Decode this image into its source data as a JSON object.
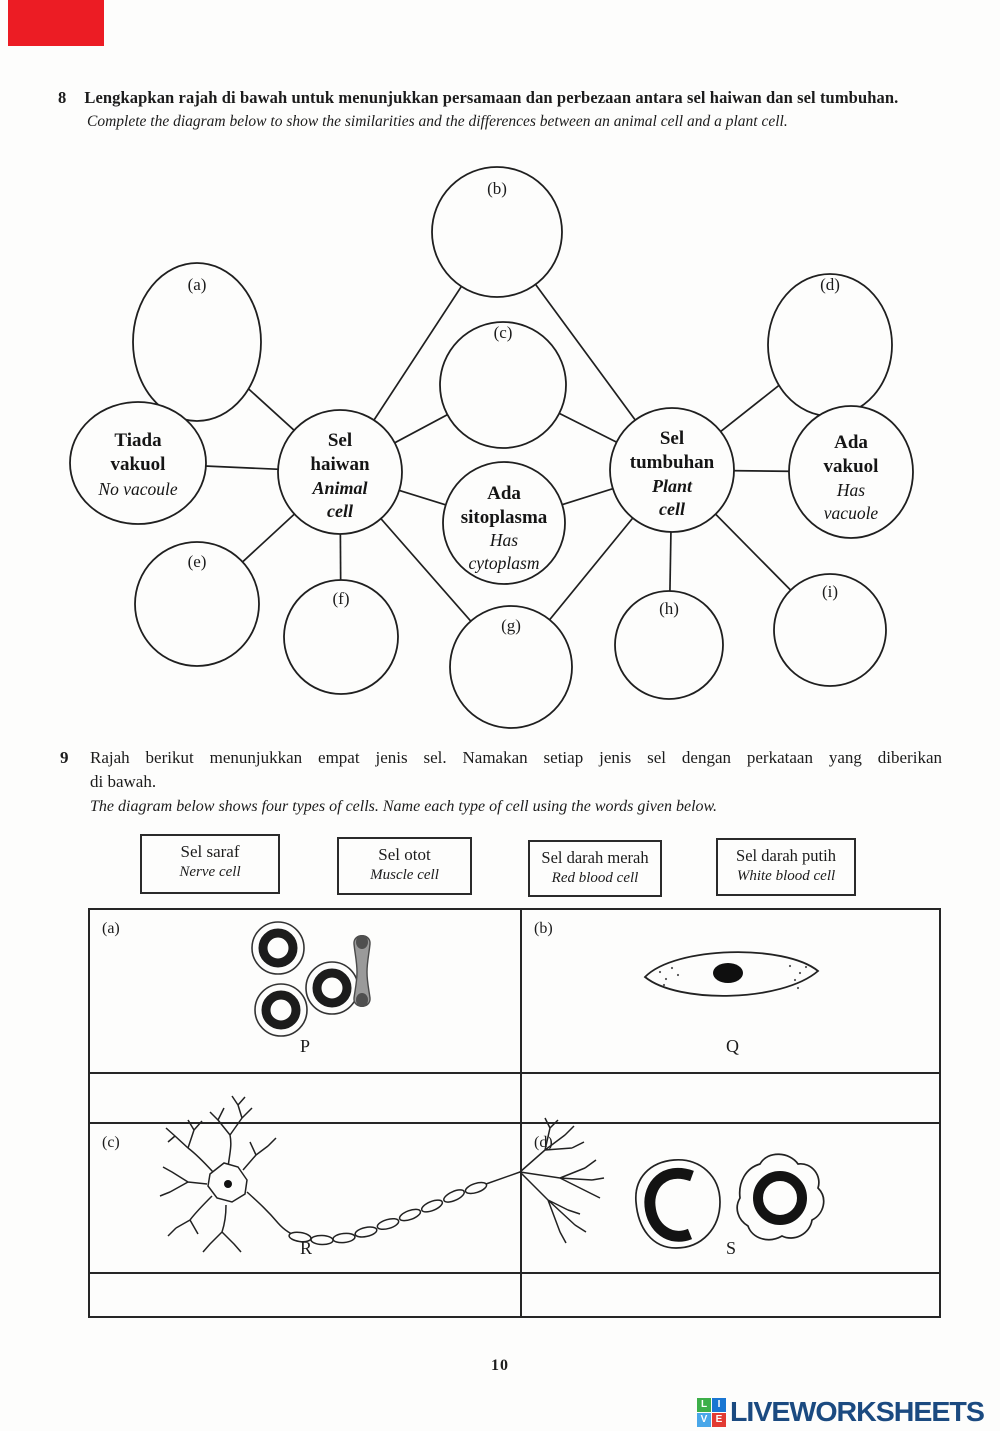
{
  "marker": {
    "color": "#ec1c24"
  },
  "q8": {
    "number": "8",
    "text_ms": "Lengkapkan rajah di bawah untuk menunjukkan persamaan dan perbezaan antara sel haiwan dan sel tumbuhan.",
    "text_en": "Complete the diagram below to show the similarities and the differences between an animal cell and a plant cell.",
    "diagram": {
      "blank_labels": {
        "a": "(a)",
        "b": "(b)",
        "c": "(c)",
        "d": "(d)",
        "e": "(e)",
        "f": "(f)",
        "g": "(g)",
        "h": "(h)",
        "i": "(i)"
      },
      "animal_cell": {
        "l1": "Sel",
        "l2": "haiwan",
        "l3": "Animal",
        "l4": "cell"
      },
      "plant_cell": {
        "l1": "Sel",
        "l2": "tumbuhan",
        "l3": "Plant",
        "l4": "cell"
      },
      "no_vacuole": {
        "l1": "Tiada",
        "l2": "vakuol",
        "l3": "No vacoule"
      },
      "has_vacuole": {
        "l1": "Ada",
        "l2": "vakuol",
        "l3": "Has",
        "l4": "vacuole"
      },
      "has_cytoplasm": {
        "l1": "Ada",
        "l2": "sitoplasma",
        "l3": "Has",
        "l4": "cytoplasm"
      }
    }
  },
  "q9": {
    "number": "9",
    "text_ms_line1": "Rajah berikut menunjukkan empat jenis sel. Namakan setiap jenis sel dengan perkataan yang diberikan",
    "text_ms_line2": "di bawah.",
    "text_en": "The diagram below shows four types of cells. Name each type of cell using the words given below.",
    "word_boxes": [
      {
        "ms": "Sel saraf",
        "en": "Nerve cell"
      },
      {
        "ms": "Sel otot",
        "en": "Muscle cell"
      },
      {
        "ms": "Sel darah merah",
        "en": "Red blood cell"
      },
      {
        "ms": "Sel darah putih",
        "en": "White blood cell"
      }
    ],
    "table": {
      "cell_a_label": "(a)",
      "cell_a_letter": "P",
      "cell_b_label": "(b)",
      "cell_b_letter": "Q",
      "cell_c_label": "(c)",
      "cell_c_letter": "R",
      "cell_d_label": "(d)",
      "cell_d_letter": "S"
    }
  },
  "footer": {
    "page_number": "10",
    "brand": "LIVEWORKSHEETS",
    "logo": {
      "letters": [
        "L",
        "I",
        "V",
        "E"
      ],
      "colors": {
        "l": "#3daf49",
        "i": "#1976d2",
        "v": "#49a7e9",
        "e": "#e23b33"
      },
      "text_color": "#1b4a80"
    }
  }
}
